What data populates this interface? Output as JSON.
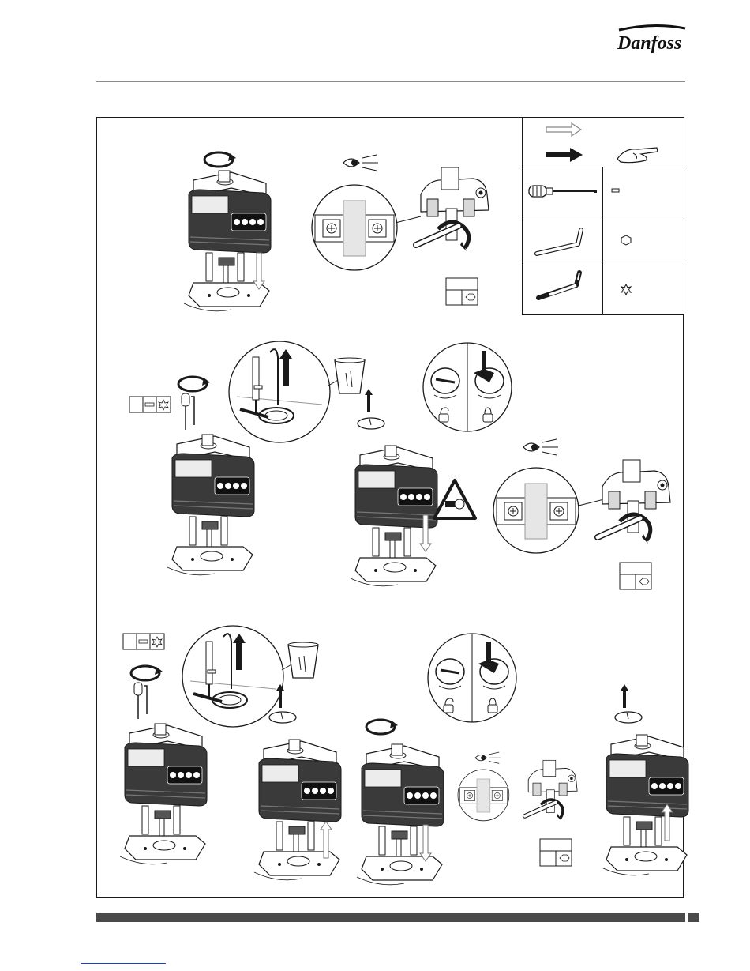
{
  "header": {
    "brand": "Danfoss"
  },
  "colors": {
    "ink": "#1a1a1a",
    "actuator_body": "#3a3a3a",
    "rule_grey": "#8a8a8a",
    "footer_bar": "#4a4a4a",
    "link_blue": "#1a3fd1"
  },
  "legend": {
    "rows": [
      {
        "left_icon": "outline-arrow-icon",
        "right_icon": "pointing-hand-icon"
      },
      {
        "left_icon": "screwdriver-icon",
        "right_icon": "slot-bit-icon"
      },
      {
        "left_icon": "hex-key-icon",
        "right_icon": "hexagon-icon"
      },
      {
        "left_icon": "torx-key-icon",
        "right_icon": "torx-star-icon"
      }
    ]
  },
  "steps": {
    "row1": [
      "rotate-arrow-icon",
      "actuator-unit",
      "eye-icon",
      "coupling-detail",
      "hex-wrench"
    ],
    "row2": [
      "tool-badge-slot-torx",
      "screwdriver-insert",
      "magnified-cover-removal",
      "waste-bin-icon",
      "manual-override-knob",
      "pinch-hazard-warning-icon",
      "coupling-detail"
    ],
    "row3": [
      "tool-badge-slot-torx",
      "magnified-cover-removal",
      "waste-bin-icon",
      "manual-override-knob",
      "coupling-detail",
      "reassembled-actuator"
    ]
  }
}
